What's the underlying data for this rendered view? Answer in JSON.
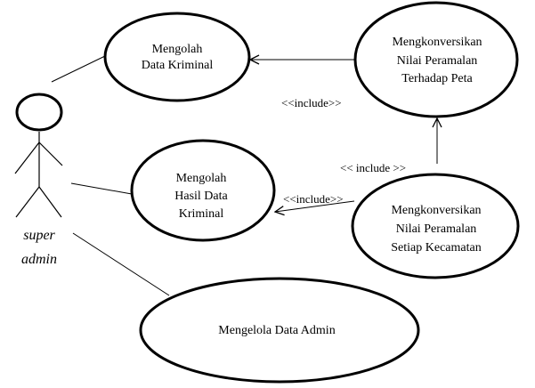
{
  "actor": {
    "name_line1": "super",
    "name_line2": "admin"
  },
  "use_cases": {
    "mengolah_data_kriminal": {
      "line1": "Mengolah",
      "line2": "Data Kriminal"
    },
    "mengolah_hasil_data_kriminal": {
      "line1": "Mengolah",
      "line2": "Hasil Data",
      "line3": "Kriminal"
    },
    "mengelola_data_admin": {
      "line1": "Mengelola Data Admin"
    },
    "konversi_peta": {
      "line1": "Mengkonversikan",
      "line2": "Nilai Peramalan",
      "line3": "Terhadap Peta"
    },
    "konversi_kecamatan": {
      "line1": "Mengkonversikan",
      "line2": "Nilai Peramalan",
      "line3": "Setiap Kecamatan"
    }
  },
  "relations": {
    "include_top": "<<include>>",
    "include_middle": "<< include >>",
    "include_lower": "<<include>>"
  }
}
